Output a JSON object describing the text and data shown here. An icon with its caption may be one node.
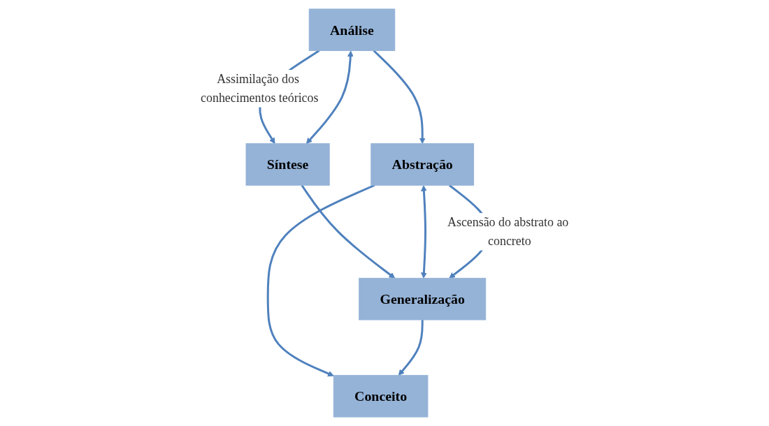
{
  "diagram": {
    "nodes": [
      {
        "text": [
          "Análise"
        ]
      },
      {
        "text": [
          "Síntese"
        ]
      },
      {
        "text": [
          "Abstração"
        ]
      },
      {
        "text": [
          "Generalização"
        ]
      },
      {
        "text": [
          "Conceito"
        ]
      }
    ],
    "edges": [
      {
        "from": 0,
        "to": 1,
        "arrow": "to",
        "label": "Assimilação dos conhecimentos teóricos"
      },
      {
        "from": 0,
        "to": 1,
        "arrow": "both"
      },
      {
        "from": 0,
        "to": 2,
        "arrow": "to"
      },
      {
        "from": 1,
        "to": 3,
        "arrow": "to"
      },
      {
        "from": 2,
        "to": 3,
        "arrow": "both"
      },
      {
        "from": 2,
        "to": 4,
        "arrow": "to"
      },
      {
        "from": 3,
        "to": 4,
        "arrow": "to"
      },
      {
        "from": 2,
        "to": 3,
        "arrow": "to",
        "label": "Ascensão do abstrato ao concreto"
      }
    ]
  }
}
